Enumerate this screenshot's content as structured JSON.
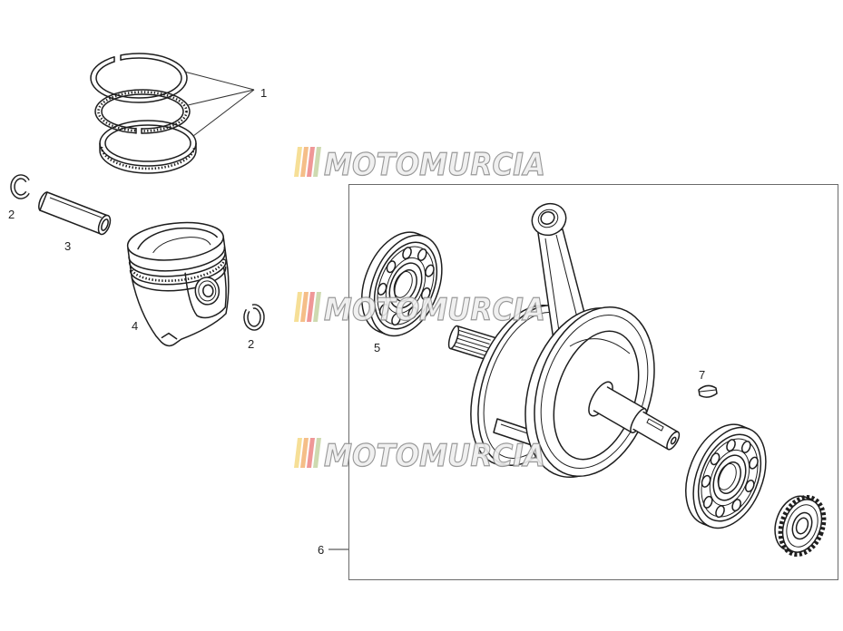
{
  "callouts": {
    "piston_rings": "1",
    "circlip_left": "2",
    "piston_pin": "3",
    "piston": "4",
    "circlip_right": "2",
    "bearing": "5",
    "crankshaft_assembly": "6",
    "key": "7"
  },
  "watermark": {
    "text": "MOTOMURCIA",
    "stripe_colors": [
      "#f6dc8c",
      "#f4b87c",
      "#ee8c8c",
      "#c9d6a8"
    ]
  },
  "colors": {
    "line": "#1e1e1e",
    "background": "#ffffff"
  }
}
